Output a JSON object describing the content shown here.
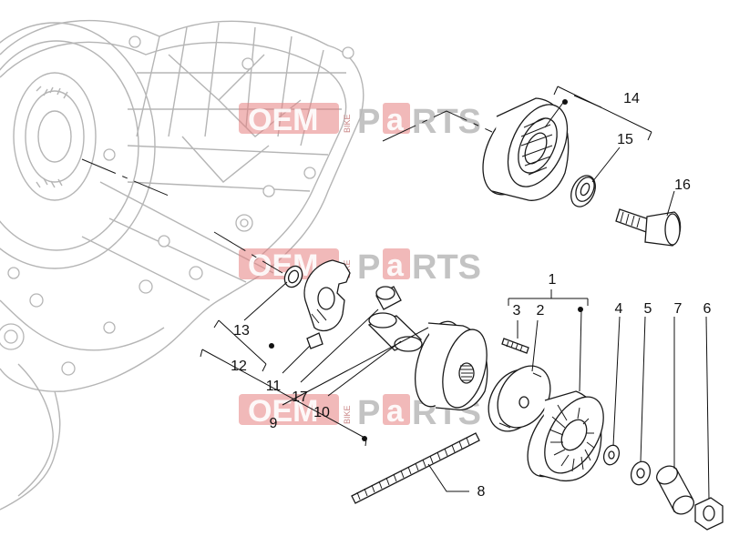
{
  "watermark": {
    "brand_left": "OEM",
    "brand_vertical": "BIKE",
    "brand_right_1": "P",
    "brand_right_2": "a",
    "brand_right_3": "RTS"
  },
  "callouts": {
    "c1": "1",
    "c2": "2",
    "c3": "3",
    "c4": "4",
    "c5": "5",
    "c6": "6",
    "c7": "7",
    "c8": "8",
    "c9": "9",
    "c10": "10",
    "c11": "11",
    "c12": "12",
    "c13": "13",
    "c14": "14",
    "c15": "15",
    "c16": "16",
    "c17": "17"
  }
}
